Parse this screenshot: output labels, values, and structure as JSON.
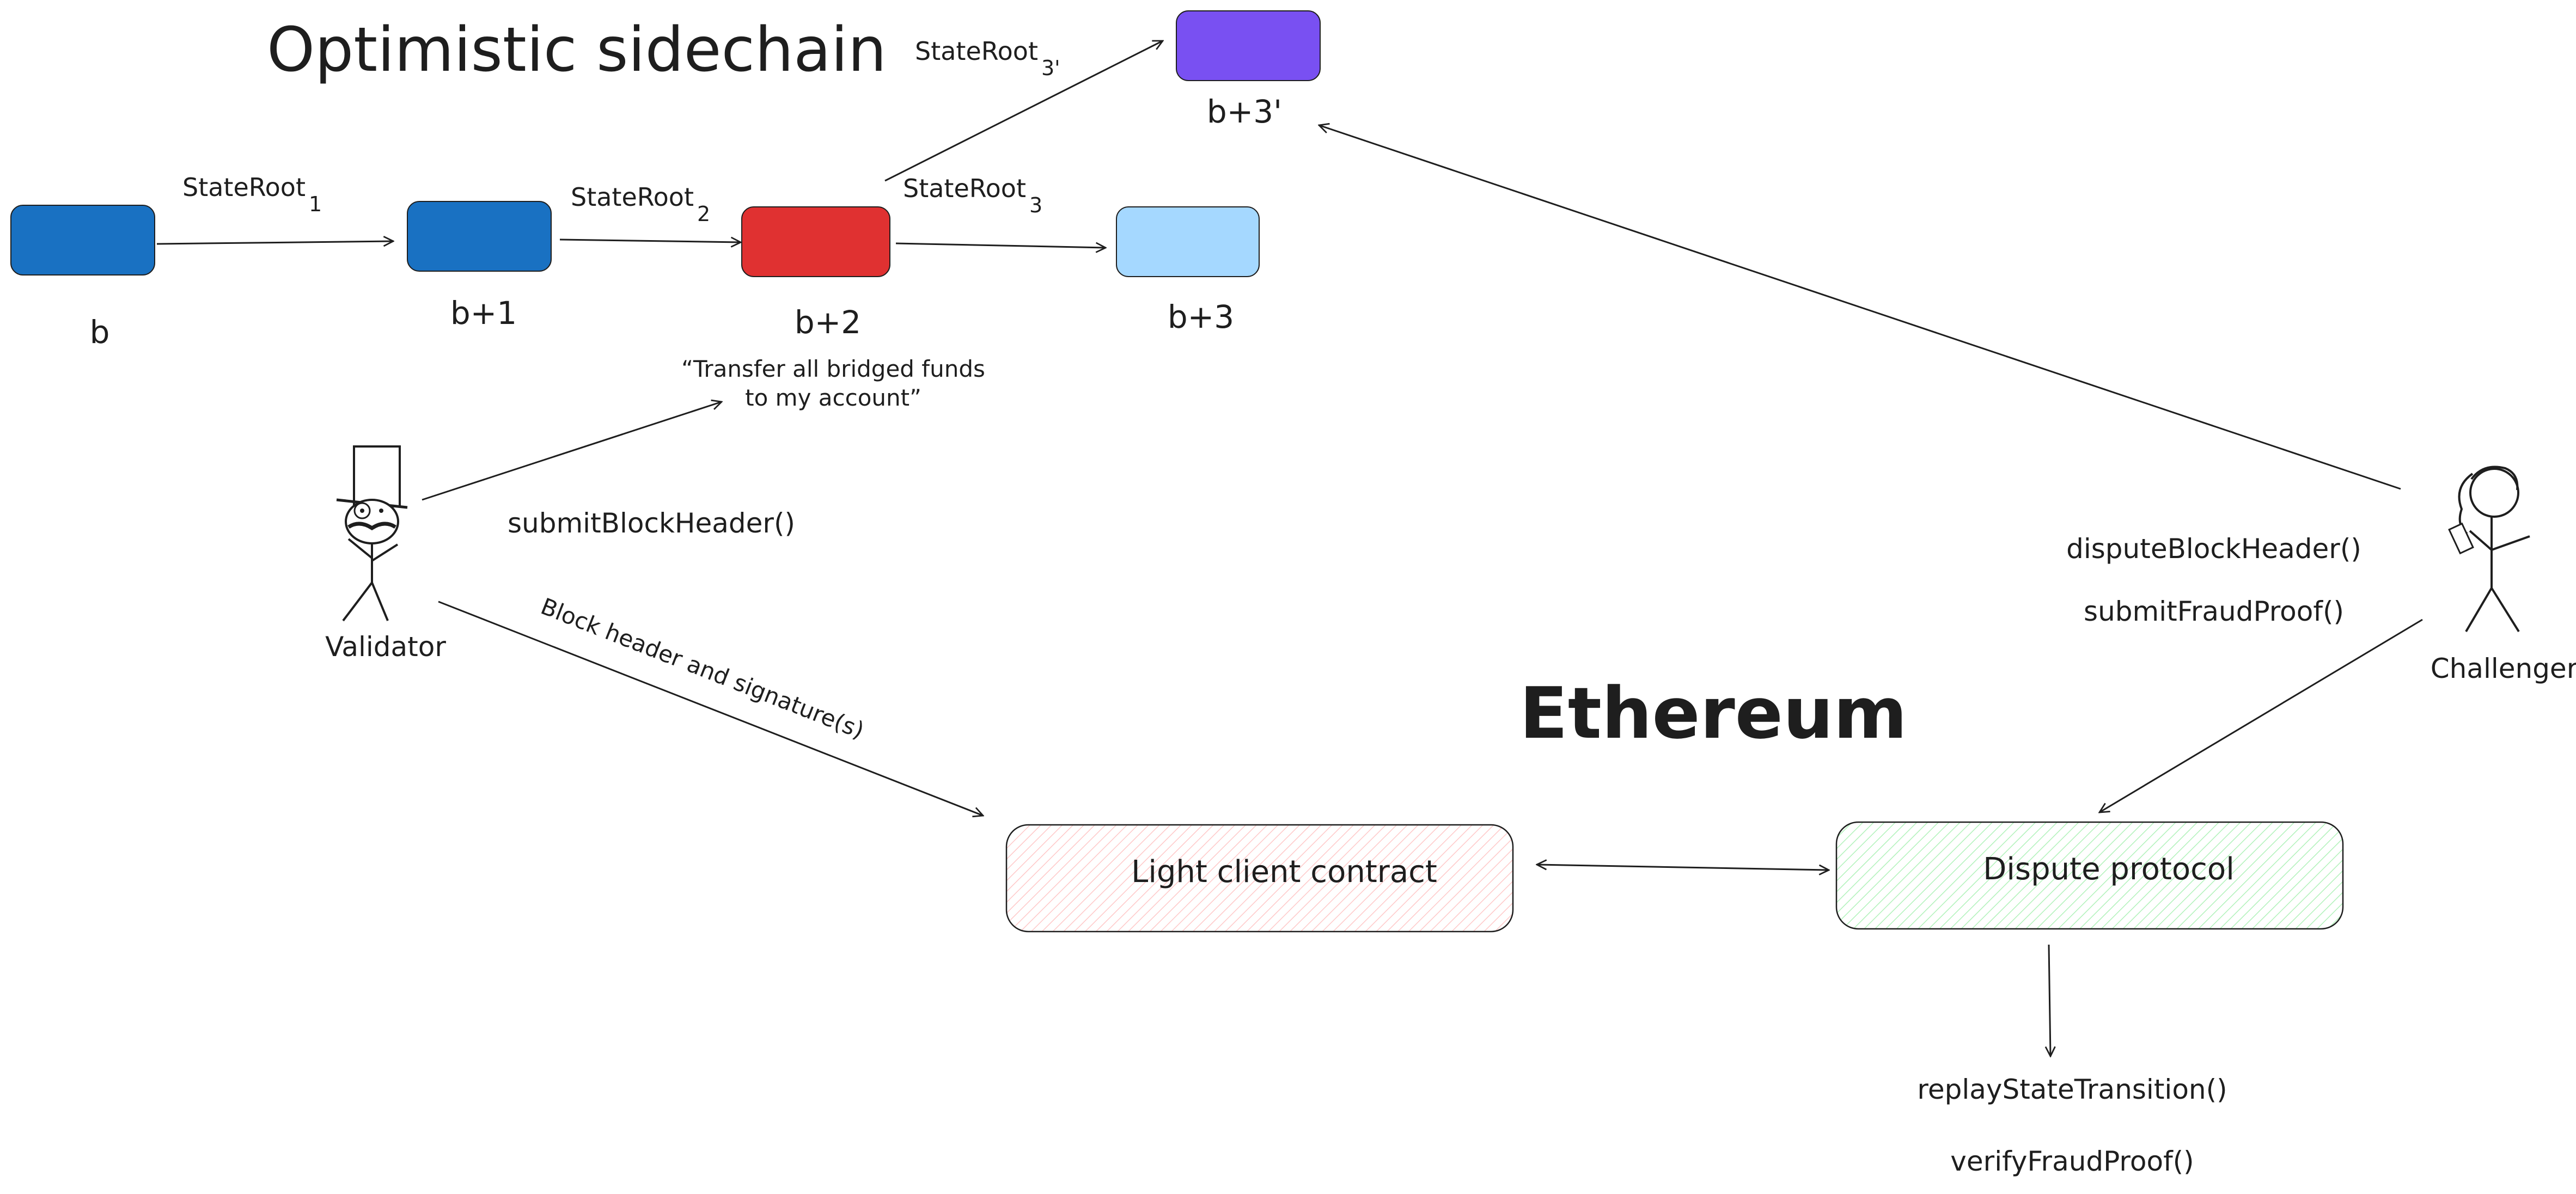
{
  "title": "Optimistic sidechain",
  "ethereum_title": "Ethereum",
  "blocks": [
    {
      "label": "b",
      "color": "#1971c2"
    },
    {
      "label": "b+1",
      "color": "#1971c2"
    },
    {
      "label": "b+2",
      "color": "#e03131"
    },
    {
      "label": "b+3",
      "color": "#a5d8ff"
    },
    {
      "label": "b+3'",
      "color": "#7950f2"
    }
  ],
  "edges": [
    {
      "name": "StateRoot",
      "sub": "1"
    },
    {
      "name": "StateRoot",
      "sub": "2"
    },
    {
      "name": "StateRoot",
      "sub": "3"
    },
    {
      "name": "StateRoot",
      "sub": "3'"
    }
  ],
  "note_line1": "“Transfer all bridged funds",
  "note_line2": "to my account”",
  "validator": {
    "label": "Validator",
    "action": "submitBlockHeader()",
    "arrow_label": "Block header and signature(s)"
  },
  "challenger": {
    "label": "Challenger",
    "action1": "disputeBlockHeader()",
    "action2": "submitFraudProof()"
  },
  "light_client": {
    "label": "Light client contract",
    "color": "#ffc9c9"
  },
  "dispute": {
    "label": "Dispute protocol",
    "color": "#b2f2bb",
    "action1": "replayStateTransition()",
    "action2": "verifyFraudProof()"
  }
}
